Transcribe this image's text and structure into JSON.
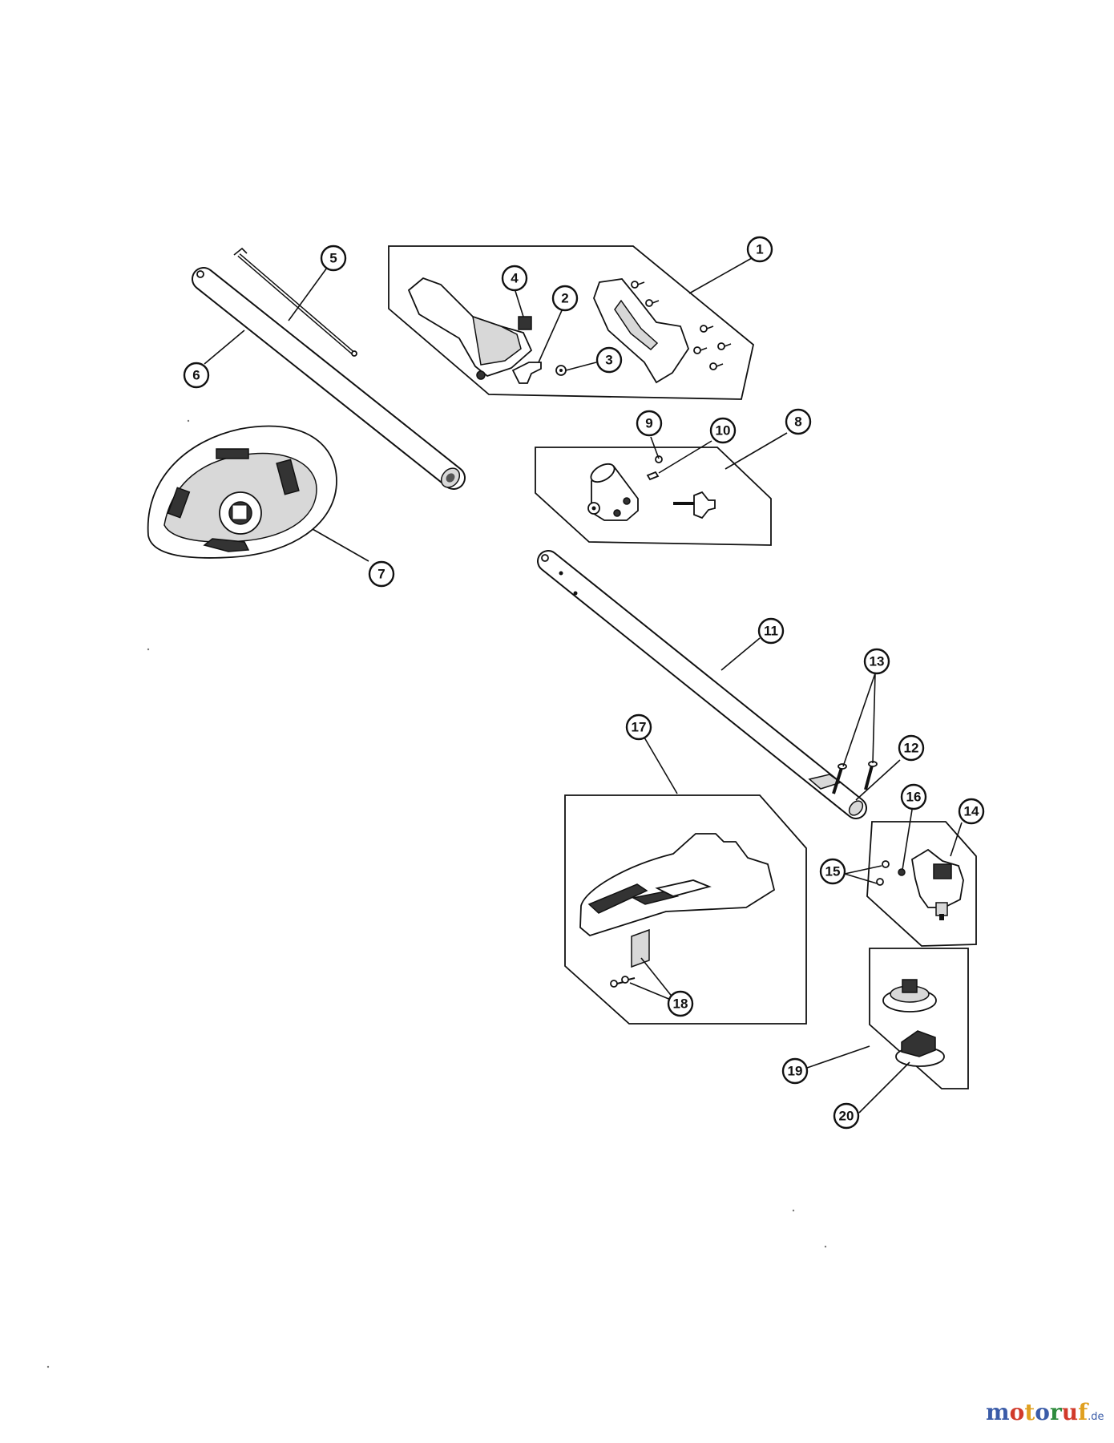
{
  "diagram": {
    "callouts": [
      {
        "id": "callout-1",
        "label": "1"
      },
      {
        "id": "callout-2",
        "label": "2"
      },
      {
        "id": "callout-3",
        "label": "3"
      },
      {
        "id": "callout-4",
        "label": "4"
      },
      {
        "id": "callout-5",
        "label": "5"
      },
      {
        "id": "callout-6",
        "label": "6"
      },
      {
        "id": "callout-7",
        "label": "7"
      },
      {
        "id": "callout-8",
        "label": "8"
      },
      {
        "id": "callout-9",
        "label": "9"
      },
      {
        "id": "callout-10",
        "label": "10"
      },
      {
        "id": "callout-11",
        "label": "11"
      },
      {
        "id": "callout-12",
        "label": "12"
      },
      {
        "id": "callout-13",
        "label": "13"
      },
      {
        "id": "callout-14",
        "label": "14"
      },
      {
        "id": "callout-15",
        "label": "15"
      },
      {
        "id": "callout-16",
        "label": "16"
      },
      {
        "id": "callout-17",
        "label": "17"
      },
      {
        "id": "callout-18",
        "label": "18"
      },
      {
        "id": "callout-19",
        "label": "19"
      },
      {
        "id": "callout-20",
        "label": "20"
      }
    ]
  },
  "watermark": {
    "letters": [
      "m",
      "o",
      "t",
      "o",
      "r",
      "u",
      "f"
    ],
    "letter_colors": [
      "#3b5ca8",
      "#d13a2a",
      "#e0a020",
      "#3b5ca8",
      "#2e8b3e",
      "#d13a2a",
      "#e0a020"
    ],
    "tld": ".de"
  }
}
